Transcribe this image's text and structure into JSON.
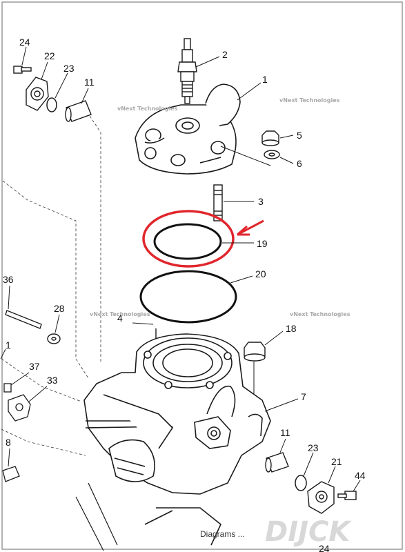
{
  "labels": {
    "l24": "24",
    "l22": "22",
    "l23a": "23",
    "l11a": "11",
    "l2": "2",
    "l1": "1",
    "l5": "5",
    "l6": "6",
    "l3": "3",
    "l19": "19",
    "l20": "20",
    "l36": "36",
    "l28": "28",
    "l4": "4",
    "l18": "18",
    "l1b": "1",
    "l37": "37",
    "l33": "33",
    "l7": "7",
    "l8": "8",
    "l11b": "11",
    "l23b": "23",
    "l21": "21",
    "l44": "44",
    "l24b": "24"
  },
  "watermarks": [
    "vNext Technologies",
    "vNext Technologies",
    "vNext Technologies",
    "vNext Technologies"
  ],
  "caption": "Diagrams ...",
  "logo_text": "DIJCK",
  "colors": {
    "highlight": "#e0262c",
    "line": "#1a1a1a"
  }
}
